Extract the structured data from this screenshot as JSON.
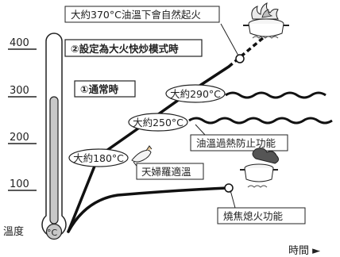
{
  "y_axis": {
    "ticks": [
      "400",
      "300",
      "200",
      "100"
    ],
    "label": "溫度",
    "unit_bulb": "°C"
  },
  "x_axis": {
    "label": "時間 ►"
  },
  "annotations": {
    "ignition": "大約370°C油溫下會自然起火",
    "high_heat_mode": "②設定為大火快炒模式時",
    "normal_mode": "①通常時",
    "temp_290": "大約290°C",
    "temp_250": "大約250°C",
    "temp_180": "大約180°C",
    "tempura": "天婦羅適溫",
    "overheat_prevention": "油溫過熱防止功能",
    "burn_prevention": "燒焦熄火功能"
  }
}
